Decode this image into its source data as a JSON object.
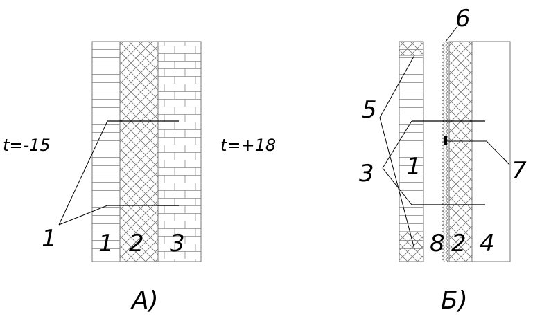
{
  "diagram_a": {
    "temp_outside": "t=-15",
    "temp_inside": "t=+18",
    "leader_label": "1",
    "layer_labels": [
      "1",
      "2",
      "3"
    ],
    "caption": "А)"
  },
  "diagram_b": {
    "label_6": "6",
    "label_5": "5",
    "label_3": "3",
    "label_7": "7",
    "label_1": "1",
    "bottom_labels": [
      "8",
      "2",
      "4"
    ],
    "caption": "Б)"
  }
}
